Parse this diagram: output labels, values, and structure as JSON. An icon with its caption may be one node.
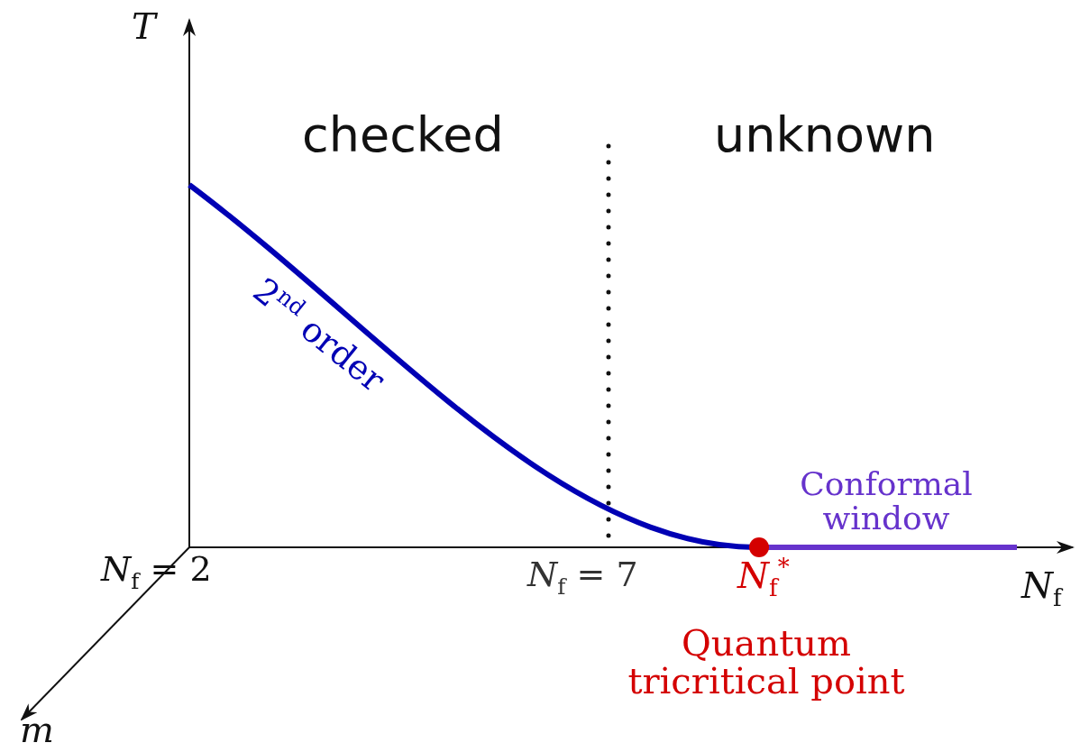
{
  "diagram": {
    "labels": [
      "*T*",
      "checked",
      "unknown",
      "2$^{nd}$ order",
      "Conformal window",
      "*N*$_{f}$ = 2",
      "*N*$_{f}$ = 7",
      "*N*$_{f}$$^{*}$",
      "*N*$_{f}$",
      "Quantum tricritical point",
      "*m*"
    ]
  }
}
